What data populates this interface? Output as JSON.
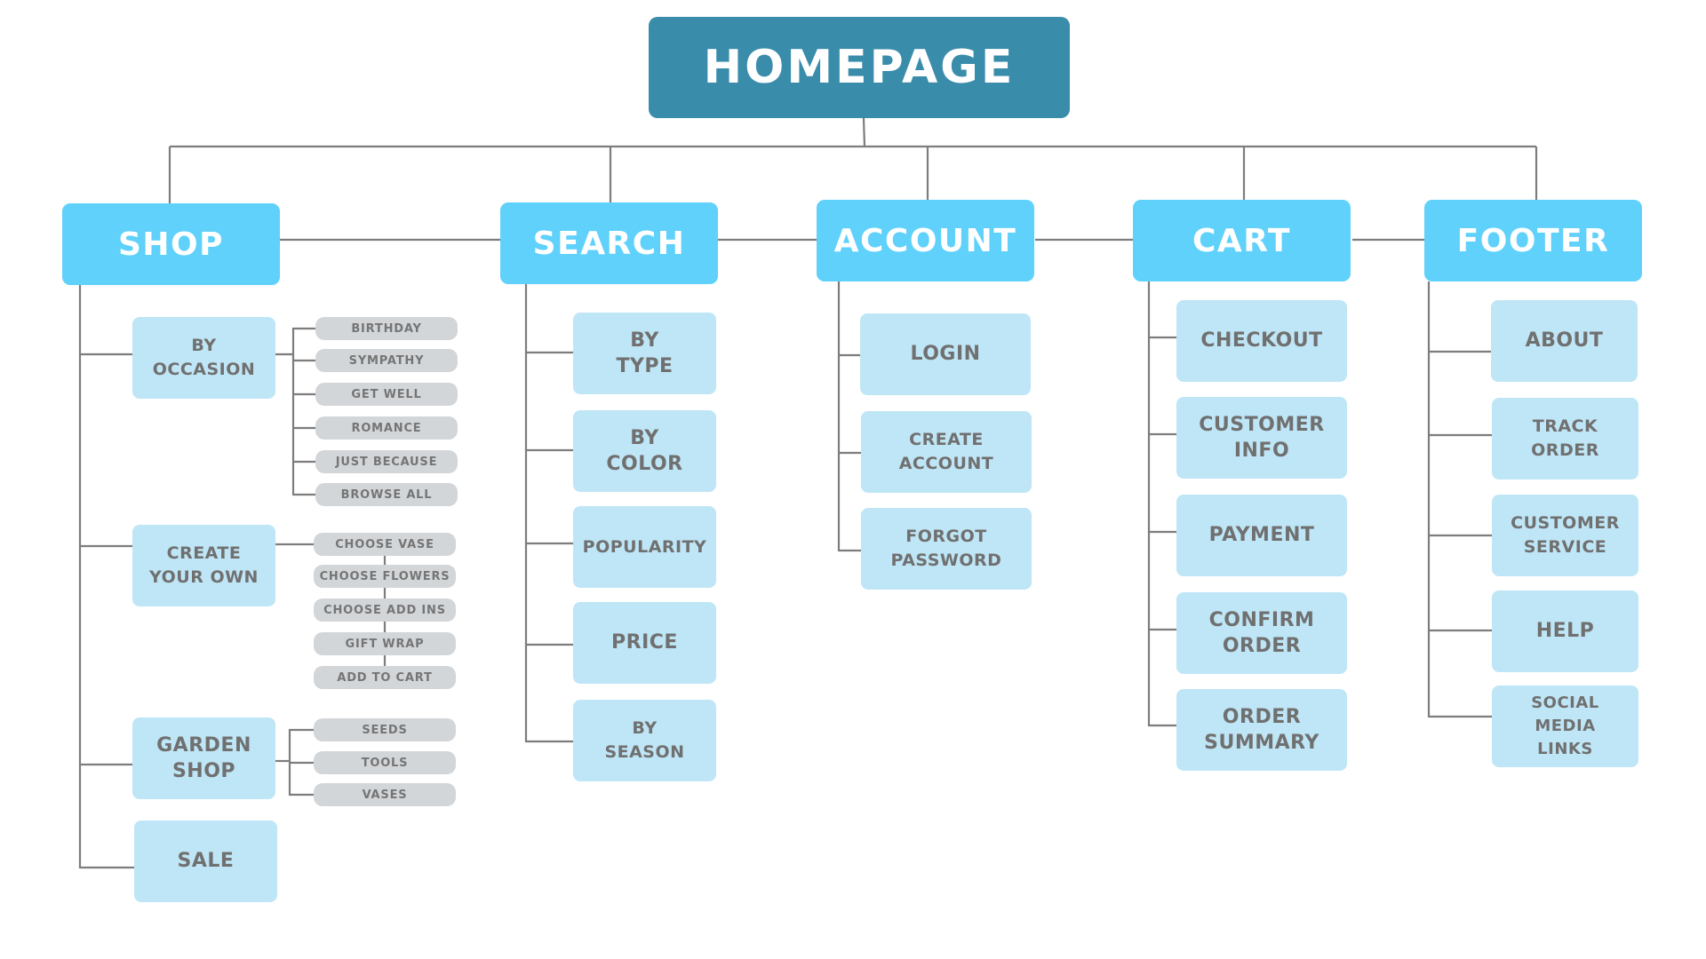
{
  "root": "HOMEPAGE",
  "sections": {
    "shop": {
      "label": "SHOP",
      "by_occasion": {
        "label": "BY\nOCCASION",
        "items": [
          "BIRTHDAY",
          "SYMPATHY",
          "GET WELL",
          "ROMANCE",
          "JUST BECAUSE",
          "BROWSE ALL"
        ]
      },
      "create_your_own": {
        "label": "CREATE\nYOUR OWN",
        "items": [
          "CHOOSE VASE",
          "CHOOSE FLOWERS",
          "CHOOSE ADD INS",
          "GIFT WRAP",
          "ADD TO CART"
        ]
      },
      "garden_shop": {
        "label": "GARDEN\nSHOP",
        "items": [
          "SEEDS",
          "TOOLS",
          "VASES"
        ]
      },
      "sale": {
        "label": "SALE"
      }
    },
    "search": {
      "label": "SEARCH",
      "items": [
        "BY\nTYPE",
        "BY\nCOLOR",
        "POPULARITY",
        "PRICE",
        "BY\nSEASON"
      ]
    },
    "account": {
      "label": "ACCOUNT",
      "items": [
        "LOGIN",
        "CREATE\nACCOUNT",
        "FORGOT\nPASSWORD"
      ]
    },
    "cart": {
      "label": "CART",
      "items": [
        "CHECKOUT",
        "CUSTOMER\nINFO",
        "PAYMENT",
        "CONFIRM\nORDER",
        "ORDER\nSUMMARY"
      ]
    },
    "footer": {
      "label": "FOOTER",
      "items": [
        "ABOUT",
        "TRACK\nORDER",
        "CUSTOMER\nSERVICE",
        "HELP",
        "SOCIAL\nMEDIA\nLINKS"
      ]
    }
  }
}
